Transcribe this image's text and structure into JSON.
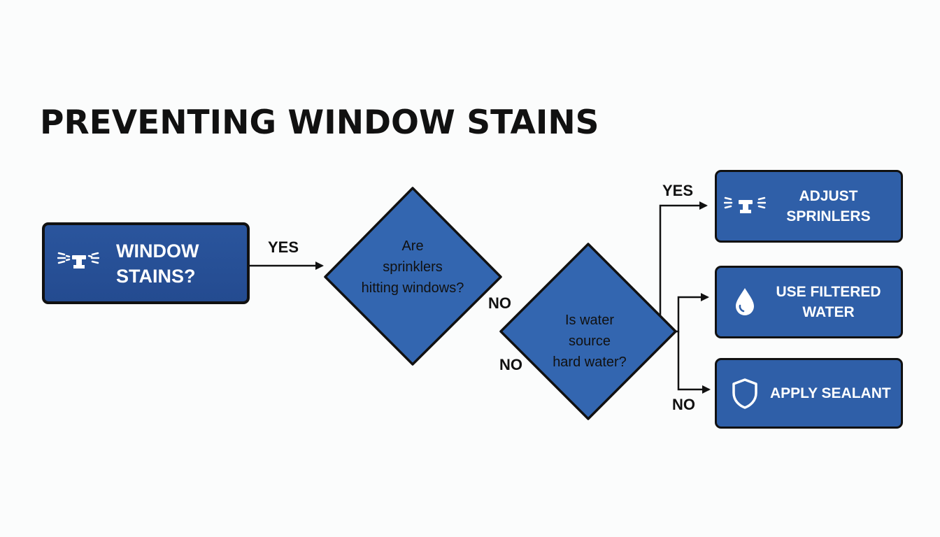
{
  "title": "PREVENTING WINDOW STAINS",
  "colors": {
    "box_fill": "#2f5fa8",
    "start_fill": "#244b90",
    "outline": "#111111",
    "text_light": "#ffffff"
  },
  "nodes": {
    "start": {
      "label_line1": "WINDOW",
      "label_line2": "STAINS?",
      "icon": "sprinkler-icon"
    },
    "decision1": {
      "line1": "Are",
      "line2": "sprinklers",
      "line3": "hitting windows?"
    },
    "decision2": {
      "line1": "Is water",
      "line2": "source",
      "line3": "hard water?"
    },
    "adjust": {
      "line1": "ADJUST",
      "line2": "SPRINLERS",
      "icon": "sprinkler-icon"
    },
    "filter": {
      "line1": "USE FILTERED",
      "line2": "WATER",
      "icon": "water-drop-icon"
    },
    "sealant": {
      "line1": "APPLY SEALANT",
      "icon": "shield-icon"
    }
  },
  "edges": {
    "start_to_d1": "YES",
    "d1_to_d2": "NO",
    "to_adjust": "YES",
    "d2_no": "NO",
    "to_sealant": "NO"
  }
}
